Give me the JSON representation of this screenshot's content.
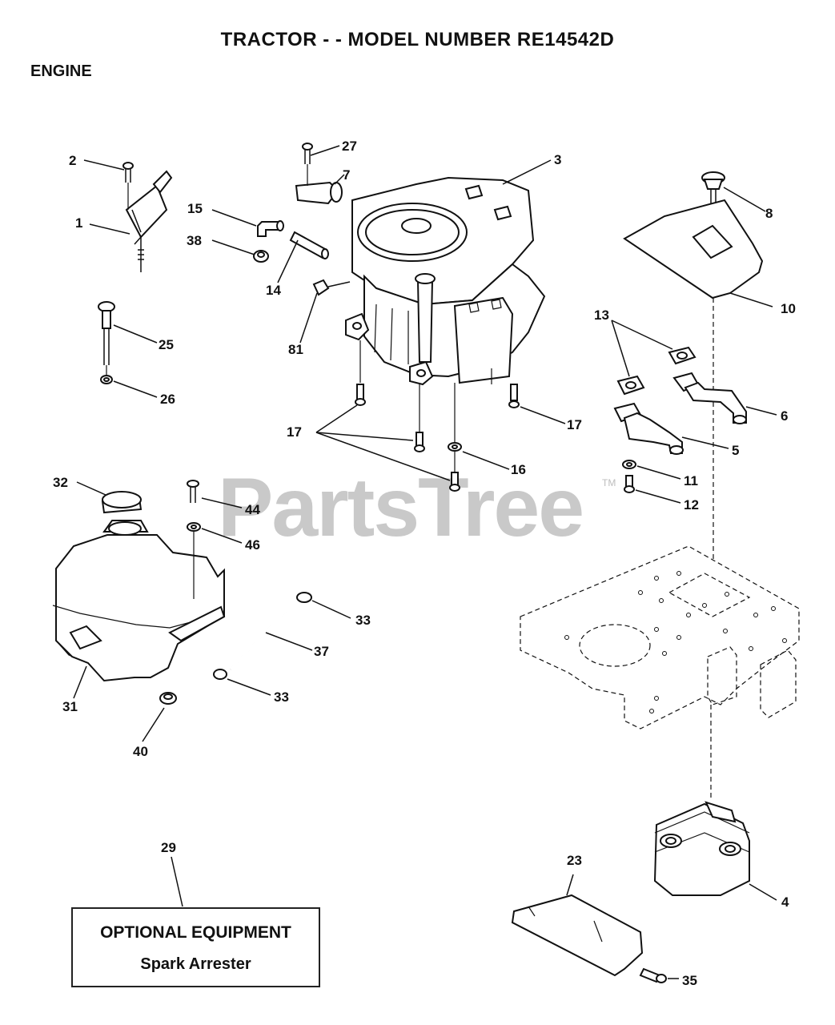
{
  "header": {
    "title": "TRACTOR - - MODEL NUMBER RE14542D",
    "section": "ENGINE"
  },
  "watermark": {
    "text": "PartsTree",
    "trademark": "TM"
  },
  "optional_equipment": {
    "heading": "OPTIONAL EQUIPMENT",
    "item": "Spark Arrester"
  },
  "labels": {
    "p1": "1",
    "p2": "2",
    "p3": "3",
    "p4": "4",
    "p5": "5",
    "p6": "6",
    "p7": "7",
    "p8": "8",
    "p10": "10",
    "p11": "11",
    "p12": "12",
    "p13": "13",
    "p14": "14",
    "p15": "15",
    "p16": "16",
    "p17a": "17",
    "p17b": "17",
    "p23": "23",
    "p25": "25",
    "p26": "26",
    "p27": "27",
    "p29": "29",
    "p31": "31",
    "p32": "32",
    "p33a": "33",
    "p33b": "33",
    "p35": "35",
    "p37": "37",
    "p38": "38",
    "p40": "40",
    "p44": "44",
    "p46": "46",
    "p81": "81"
  }
}
